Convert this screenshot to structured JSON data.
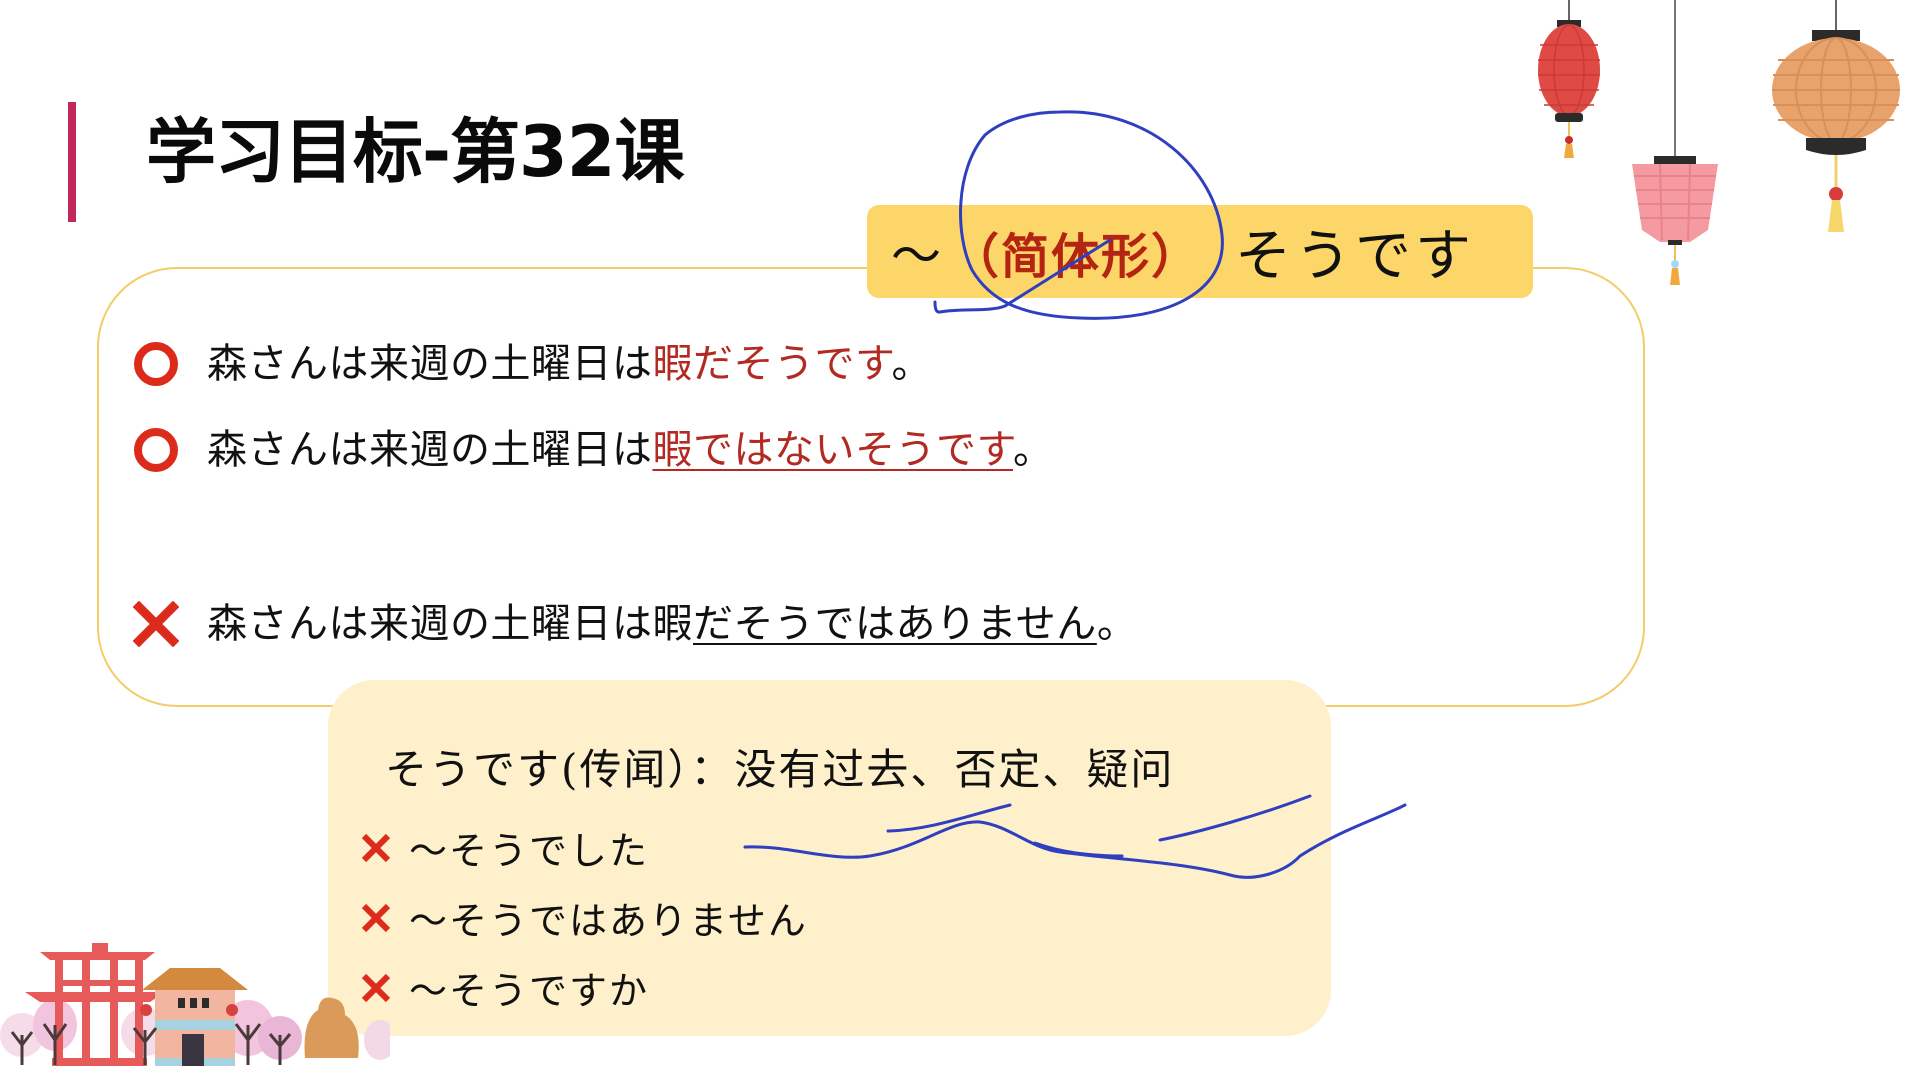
{
  "slide": {
    "title": "学习目标-第32课",
    "accent_color": "#c2275a",
    "banner": {
      "tilde": "～",
      "form": "（简体形）",
      "suffix": "そうです",
      "background": "#fdd669"
    },
    "examples": [
      {
        "mark": "correct-circle",
        "prefix": "森さんは来週の土曜日は",
        "highlight": "暇だそうです",
        "highlight_style": "red",
        "ending": "。"
      },
      {
        "mark": "correct-circle",
        "prefix": "森さんは来週の土曜日は",
        "highlight": "暇ではないそうです",
        "highlight_style": "red-underline",
        "ending": "。"
      },
      {
        "mark": "wrong-cross",
        "prefix": "森さんは来週の土曜日は暇",
        "highlight": "だそうではありません",
        "highlight_style": "black-underline",
        "ending": "。"
      }
    ],
    "note": {
      "heading": "そうです(传闻）：没有过去、否定、疑问",
      "items": [
        {
          "mark": "wrong-cross",
          "text": "～そうでした"
        },
        {
          "mark": "wrong-cross",
          "text": "～そうではありません"
        },
        {
          "mark": "wrong-cross",
          "text": "～そうですか"
        }
      ]
    },
    "colors": {
      "mark_red": "#dc2a1b",
      "highlight_red": "#b22a22",
      "panel_border": "#f4cd6a",
      "note_bg": "#fdf0cb",
      "ink_blue": "#2f3fbf"
    },
    "decorations": [
      "red-lantern",
      "pink-lantern",
      "orange-lantern",
      "temple-scene"
    ]
  }
}
